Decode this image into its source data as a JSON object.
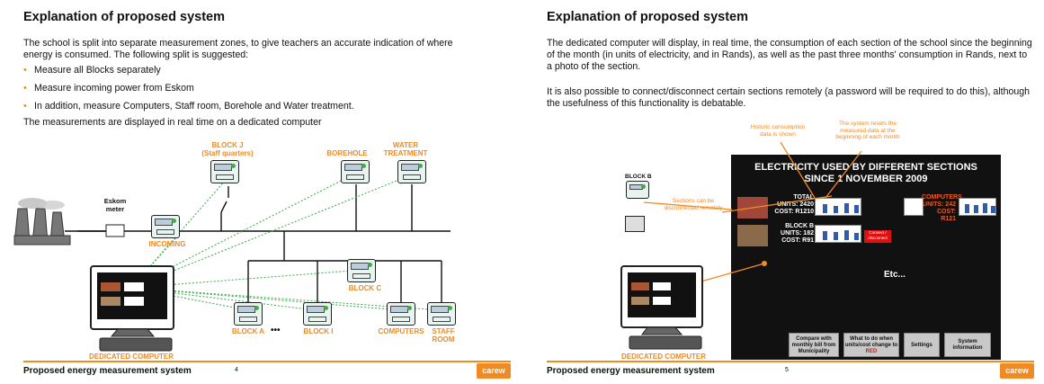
{
  "slide4": {
    "title": "Explanation of proposed system",
    "intro": "The school is split into separate measurement zones, to give teachers an accurate indication of where energy is consumed. The following split is suggested:",
    "bullets": [
      "Measure all Blocks separately",
      "Measure incoming power from Eskom",
      "In addition, measure Computers, Staff room, Borehole and Water treatment."
    ],
    "closing": "The measurements are displayed in real time on a dedicated computer",
    "labels": {
      "block_j": "BLOCK J",
      "block_j_sub": "(Staff quarters)",
      "borehole": "BOREHOLE",
      "water_treatment": "WATER TREATMENT",
      "eskom_meter": "Eskom meter",
      "incoming": "INCOMING",
      "block_c": "BLOCK C",
      "block_a": "BLOCK A",
      "ellipsis": "•••",
      "block_i": "BLOCK I",
      "computers": "COMPUTERS",
      "staff_room": "STAFF ROOM",
      "dedicated_computer": "DEDICATED COMPUTER"
    },
    "footer": "Proposed energy measurement system",
    "page_number": "4",
    "logo": "carew"
  },
  "slide5": {
    "title": "Explanation of proposed system",
    "para1": "The dedicated computer will display, in real time, the consumption of each section of the school since the beginning of the month (in units of electricity, and in Rands), as well as the past three months' consumption in Rands, next to a photo of the section.",
    "para2": "It is also possible to connect/disconnect certain sections remotely (a password will be required to do this), although the usefulness of this functionality is debatable.",
    "annotations": {
      "historic": "Historic consumption data is shown",
      "reset": "The system resets the measured data at the beginning of each month",
      "sections": "Sections can be disconnected remotely"
    },
    "block_b_label": "BLOCK B",
    "screen": {
      "title_line1": "ELECTRICITY USED BY DIFFERENT SECTIONS",
      "title_line2": "SINCE 1 NOVEMBER 2009",
      "total": {
        "name": "TOTAL",
        "units": "UNITS: 2420",
        "cost": "COST: R1210"
      },
      "block_b": {
        "name": "BLOCK B",
        "units": "UNITS: 182",
        "cost": "COST: R91"
      },
      "computers": {
        "name": "COMPUTERS",
        "units": "UNITS: 242",
        "cost": "COST: R121"
      },
      "etc": "Etc...",
      "red_button": "Connect / disconnect",
      "buttons": [
        "Compare with monthly bill from Municipality",
        "What to do when units/cost change to",
        "Settings",
        "System information"
      ],
      "red_word": "RED"
    },
    "dedicated_computer": "DEDICATED COMPUTER",
    "footer": "Proposed energy measurement system",
    "page_number": "5",
    "logo": "carew"
  },
  "colors": {
    "accent": "#f08a24",
    "bar": "#2f5ba8",
    "line_green": "#3aa84a"
  }
}
